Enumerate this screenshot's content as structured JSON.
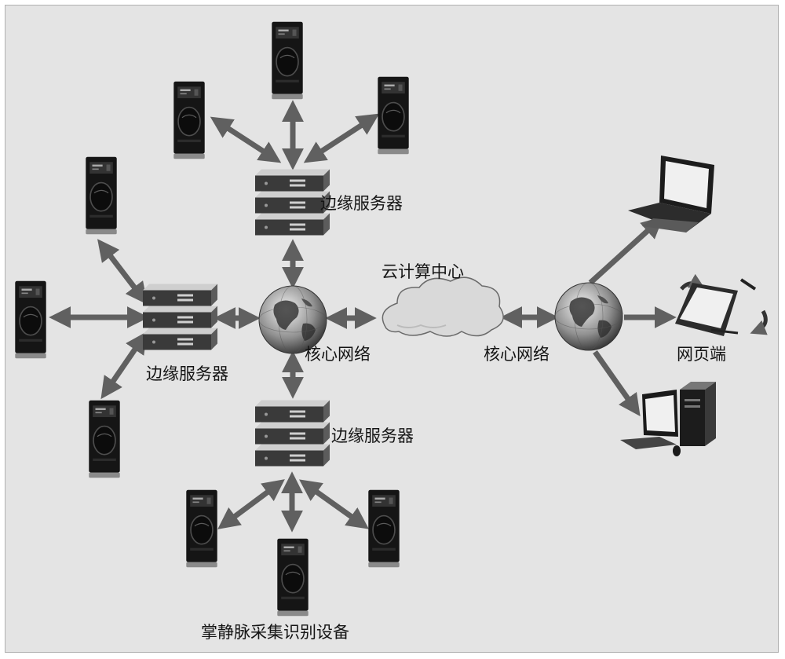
{
  "labels": {
    "edge_server_top": "边缘服务器",
    "edge_server_left": "边缘服务器",
    "edge_server_bottom": "边缘服务器",
    "core_network_left": "核心网络",
    "core_network_right": "核心网络",
    "cloud_center": "云计算中心",
    "web_client": "网页端",
    "palm_vein_device": "掌静脉采集识别设备"
  },
  "icons": {
    "palm_device": "palm-vein-device-icon",
    "edge_server": "rack-server-icon",
    "globe": "globe-icon",
    "cloud": "cloud-icon",
    "laptop": "laptop-icon",
    "pda": "pda-icon",
    "desktop": "desktop-computer-icon"
  },
  "colors": {
    "background": "#e4e4e4",
    "connector": "#606060",
    "device_body": "#141414",
    "server_body": "#3a3a3a"
  }
}
